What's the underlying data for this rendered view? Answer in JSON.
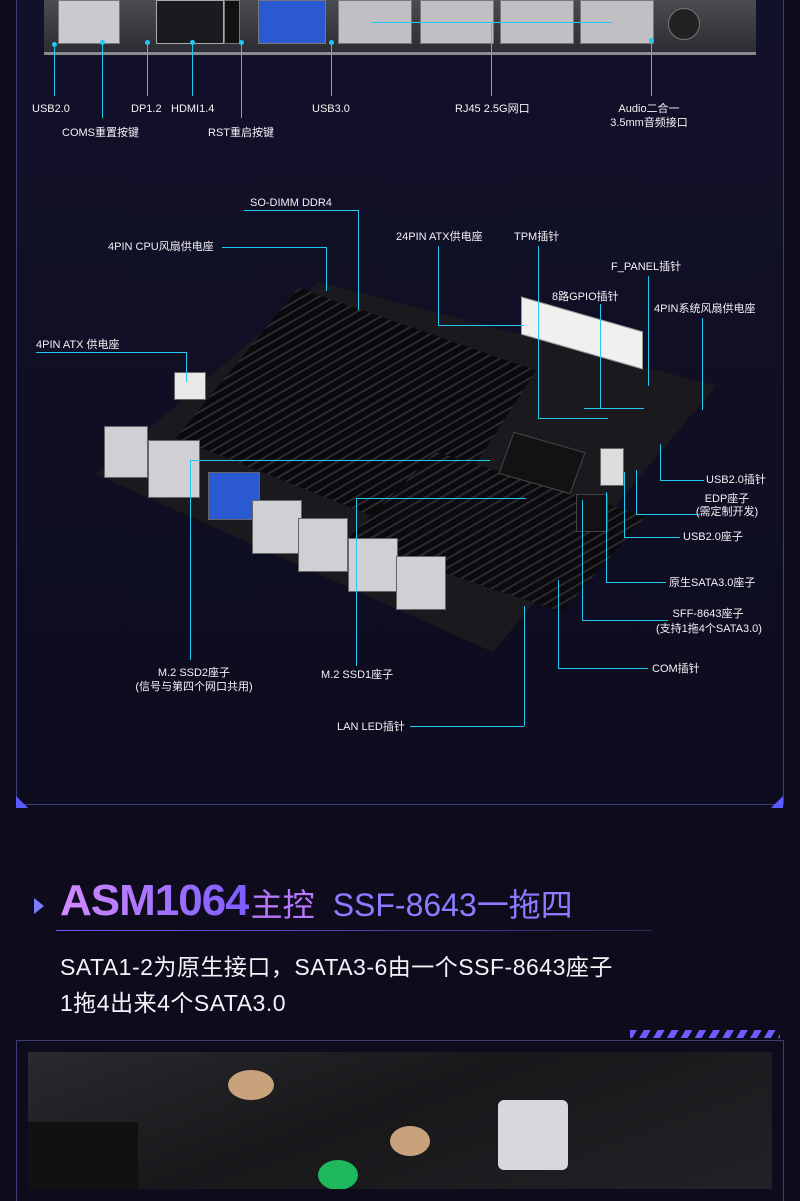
{
  "top_labels": {
    "usb20": "USB2.0",
    "dp": "DP1.2",
    "hdmi": "HDMI1.4",
    "usb30": "USB3.0",
    "rj45": "RJ45 2.5G网口",
    "audio_l1": "Audio二合一",
    "audio_l2": "3.5mm音频接口",
    "coms": "COMS重置按键",
    "rst": "RST重启按键"
  },
  "board_labels": {
    "sodimm": "SO-DIMM DDR4",
    "cpu_fan": "4PIN CPU风扇供电座",
    "atx24": "24PIN ATX供电座",
    "tpm": "TPM插针",
    "fpanel": "F_PANEL插针",
    "gpio": "8路GPIO插针",
    "sys_fan": "4PIN系统风扇供电座",
    "atx4": "4PIN ATX 供电座",
    "usb20_pin": "USB2.0插针",
    "edp_l1": "EDP座子",
    "edp_l2": "(需定制开发)",
    "usb20_seat": "USB2.0座子",
    "sata_native": "原生SATA3.0座子",
    "sff_l1": "SFF-8643座子",
    "sff_l2": "(支持1拖4个SATA3.0)",
    "com": "COM插针",
    "m2_ssd2_l1": "M.2 SSD2座子",
    "m2_ssd2_l2": "(信号与第四个网口共用)",
    "m2_ssd1": "M.2 SSD1座子",
    "lan_led": "LAN LED插针"
  },
  "section2": {
    "title_main": "ASM1064",
    "title_suffix": "主控",
    "title_sub": "SSF-8643一拖四",
    "desc_line1": "SATA1-2为原生接口，SATA3-6由一个SSF-8643座子",
    "desc_line2": "1拖4出来4个SATA3.0"
  },
  "colors": {
    "accent_line": "#22c7f2",
    "headline": "#b877ff",
    "frame": "#3a3f7a"
  }
}
